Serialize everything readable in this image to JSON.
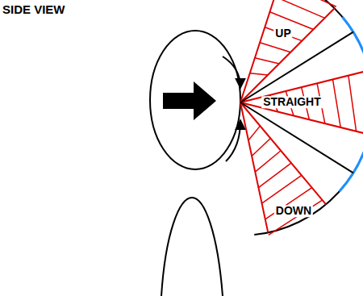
{
  "diagram": {
    "title": "SIDE VIEW",
    "labels": [
      "UP",
      "STRAIGHT",
      "DOWN"
    ]
  }
}
